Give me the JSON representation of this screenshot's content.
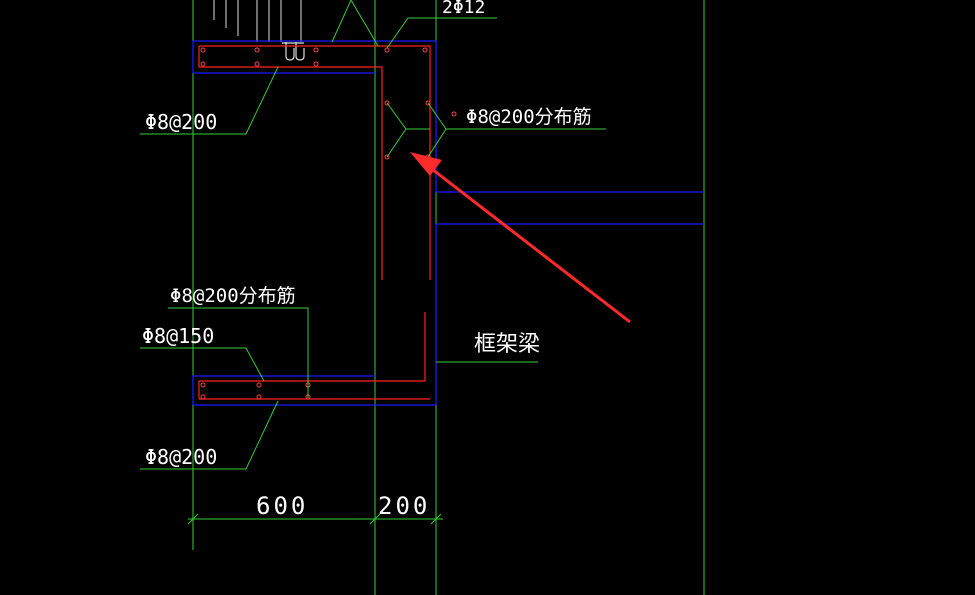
{
  "annotations": {
    "top_bar_cut": "2Φ12",
    "top_slab_bottom_bar": "Φ8@200",
    "wall_distribution_bar": "Φ8@200分布筋",
    "bottom_distribution_bar": "Φ8@200分布筋",
    "bottom_slab_top_bar": "Φ8@150",
    "bottom_slab_bottom_bar": "Φ8@200",
    "frame_beam": "框架梁"
  },
  "dimensions": {
    "slab_projection": "600",
    "wall_thickness": "200"
  },
  "colors": {
    "background": "#000000",
    "outline": "#1a1aff",
    "rebar": "#ff2020",
    "grid": "#33cc33",
    "leader": "#33cc33",
    "text": "#ffffff",
    "arrow": "#ff2a2a"
  }
}
